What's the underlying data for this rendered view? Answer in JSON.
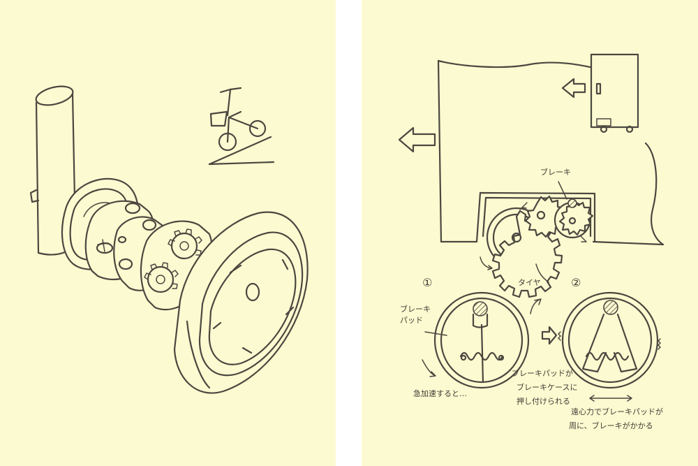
{
  "left_panel": {},
  "right_panel": {
    "labels": {
      "brake": "ブレーキ",
      "tire": "タイヤ",
      "num1": "①",
      "num2": "②",
      "brake_pad_line1": "ブレーキ",
      "brake_pad_line2": "パッド",
      "sudden_accel": "急加速すると…",
      "pressed_line1": "ブレーキパッドが",
      "pressed_line2": "ブレーキケースに",
      "pressed_line3": "押し付けられる",
      "centrifugal_line1": "遠心力でブレーキパッドが",
      "centrifugal_line2": "周に、ブレーキがかかる"
    }
  },
  "colors": {
    "paper": "#fcfad0",
    "ink": "#4a4740"
  }
}
